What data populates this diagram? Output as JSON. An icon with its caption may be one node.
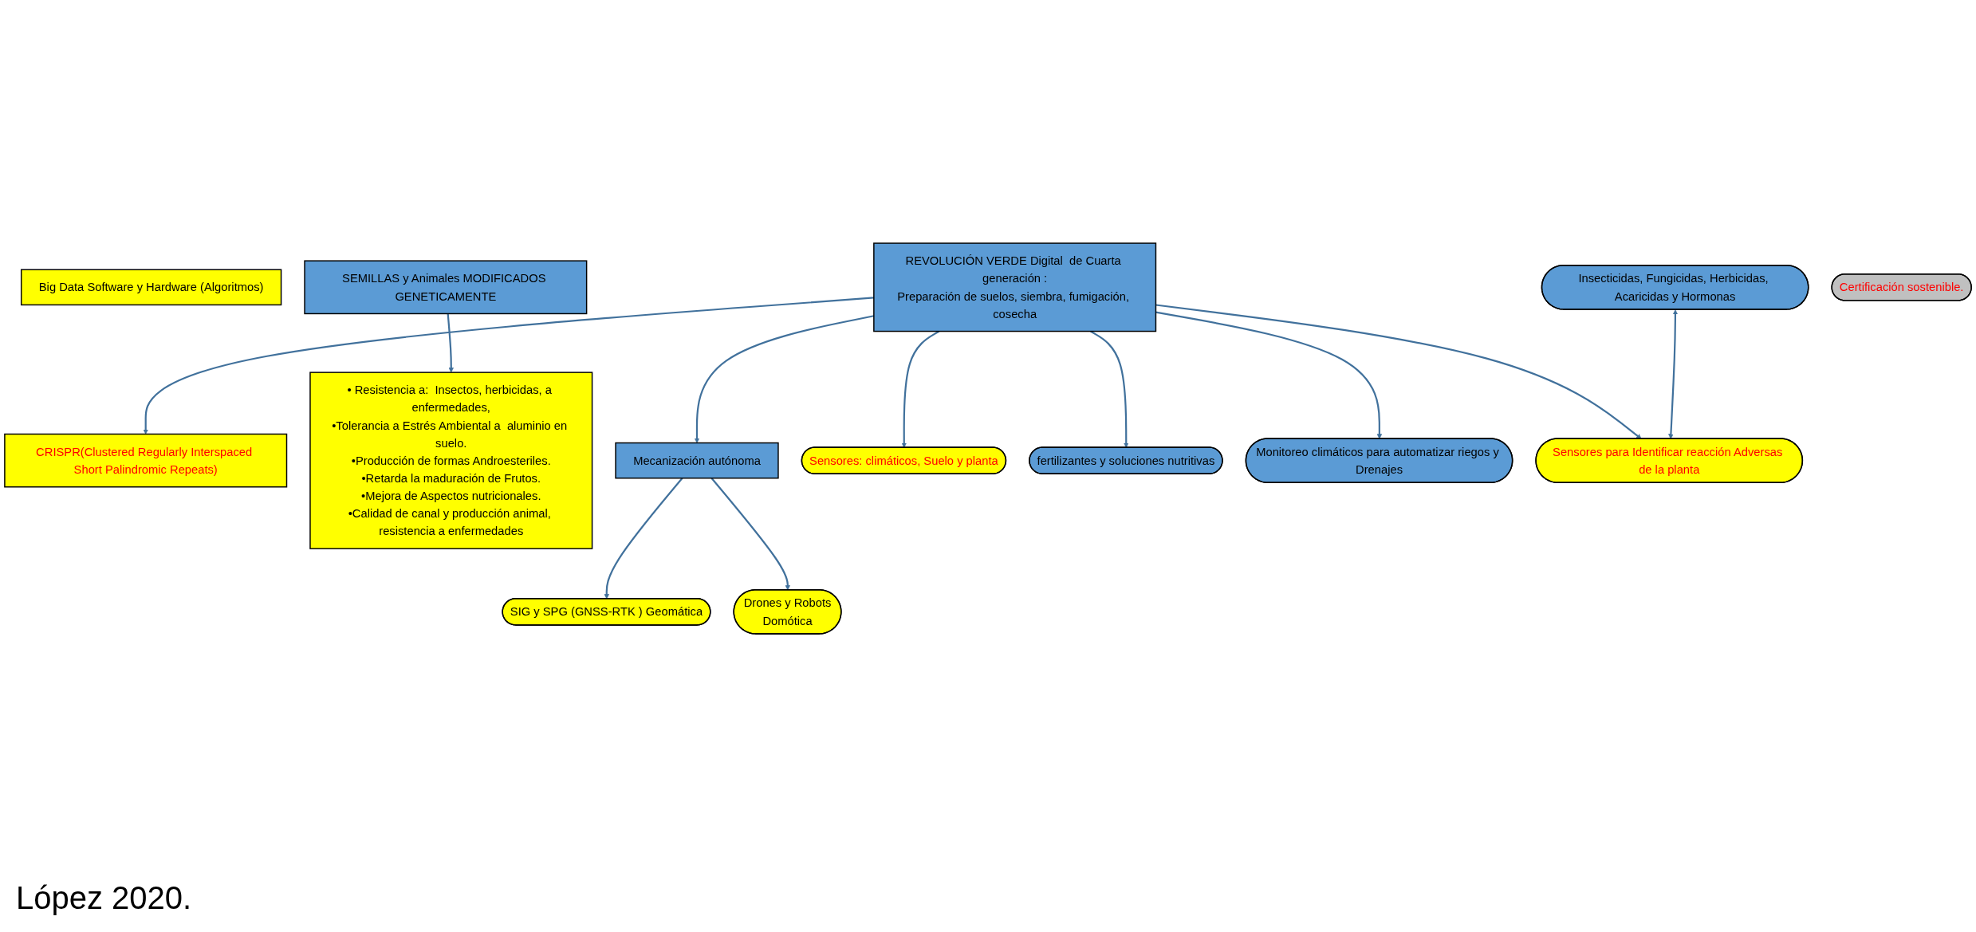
{
  "diagram": {
    "caption": "López 2020.",
    "nodes": [
      {
        "text": [
          "Big Data  Software y Hardware  (Algoritmos)"
        ]
      },
      {
        "text": [
          "SEMILLAS y Animales MODIFICADOS GENETICAMENTE"
        ]
      },
      {
        "text": [
          "CRISPR(Clustered Regularly Interspaced Short Palindromic Repeats)"
        ]
      },
      {
        "text": [
          "• Resistencia a:  Insectos, herbicidas, a enfermedades,",
          "•Tolerancia a Estrés Ambiental a  aluminio en suelo.",
          "•Producción de formas Androesteriles.",
          "•Retarda la maduración de Frutos.",
          "•Mejora de Aspectos nutricionales.",
          "•Calidad de canal y producción animal, resistencia a enfermedades"
        ]
      },
      {
        "text": [
          "SIG y SPG (GNSS-RTK ) Geomática"
        ]
      },
      {
        "text": [
          "Mecanización autónoma"
        ]
      },
      {
        "text": [
          "REVOLUCIÓN VERDE Digital  de Cuarta generación :",
          "Preparación de suelos, siembra, fumigación, cosecha"
        ]
      },
      {
        "text": [
          "Drones y Robots",
          "Domótica"
        ]
      },
      {
        "text": [
          "Sensores: climáticos, Suelo   y planta"
        ]
      },
      {
        "text": [
          "fertilizantes  y soluciones nutritivas"
        ]
      },
      {
        "text": [
          "Monitoreo climáticos para automatizar riegos y Drenajes"
        ]
      },
      {
        "text": [
          "Sensores para Identificar reacción Adversas de la planta"
        ]
      },
      {
        "text": [
          "Insecticidas, Fungicidas, Herbicidas, Acaricidas y Hormonas"
        ]
      },
      {
        "text": [
          "Certificación sostenible."
        ]
      }
    ],
    "edges": [
      {
        "from": 1,
        "to": 3,
        "arrow": "to"
      },
      {
        "from": 6,
        "to": 2,
        "arrow": "to"
      },
      {
        "from": 6,
        "to": 5,
        "arrow": "to"
      },
      {
        "from": 6,
        "to": 11,
        "arrow": "to"
      },
      {
        "from": 12,
        "to": 11,
        "arrow": "both"
      },
      {
        "from": 5,
        "to": 4,
        "arrow": "to"
      },
      {
        "from": 5,
        "to": 7,
        "arrow": "to"
      },
      {
        "from": 6,
        "to": 8,
        "arrow": "to"
      },
      {
        "from": 6,
        "to": 9,
        "arrow": "to"
      },
      {
        "from": 6,
        "to": 10,
        "arrow": "to"
      }
    ]
  }
}
